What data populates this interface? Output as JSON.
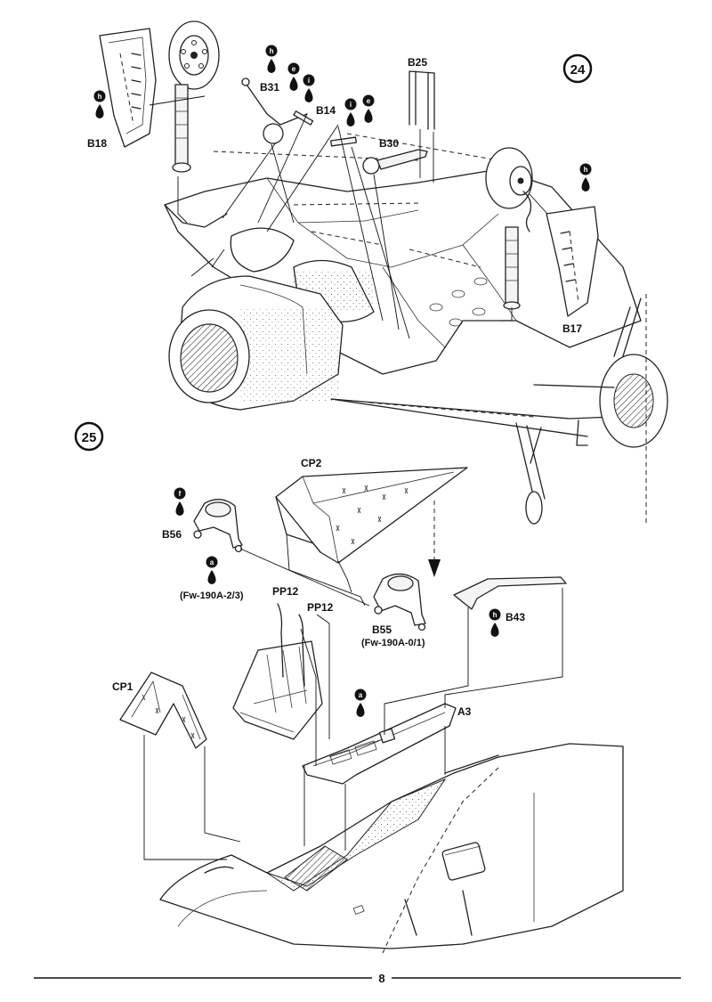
{
  "steps": {
    "step24": "24",
    "step25": "25"
  },
  "labels": {
    "B18": "B18",
    "B31": "B31",
    "B14": "B14",
    "B25": "B25",
    "B30": "B30",
    "B17": "B17",
    "CP2": "CP2",
    "B56": "B56",
    "fw_a23": "(Fw-190A-2/3)",
    "B55": "B55",
    "fw_a01": "(Fw-190A-0/1)",
    "B43": "B43",
    "PP12_a": "PP12",
    "PP12_b": "PP12",
    "CP1": "CP1",
    "A3": "A3"
  },
  "color_codes": {
    "b18": "h",
    "b31": "h",
    "b14_e": "e",
    "b14_i": "i",
    "b30_i": "i",
    "b30_e": "e",
    "b17": "h",
    "b56": "f",
    "fw_a23": "a",
    "b43": "h",
    "a3": "a"
  },
  "page": {
    "number": "8"
  },
  "colors": {
    "ink": "#222222",
    "paper": "#ffffff"
  }
}
